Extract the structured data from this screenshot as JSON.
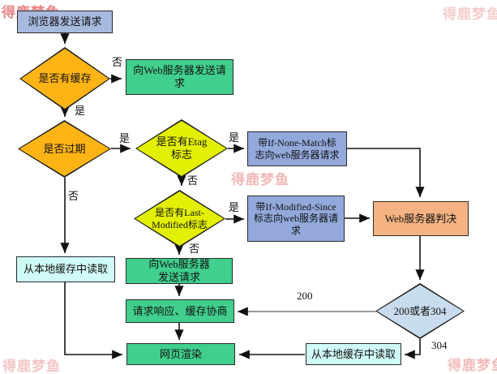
{
  "watermark": {
    "text": "得鹿梦鱼",
    "color": "#e05858"
  },
  "nodes": {
    "browser_request": {
      "label": "浏览器发送请求",
      "color": "#a7b9dd"
    },
    "has_cache": {
      "label": "是否有缓存",
      "color": "#ffb416"
    },
    "send_request_no_cache": {
      "label": "向Web服务器发送请\n求",
      "color": "#40cf8c"
    },
    "is_expired": {
      "label": "是否过期",
      "color": "#ffb416"
    },
    "has_etag": {
      "label": "是否有Etag\n标志",
      "color": "#e3f005"
    },
    "if_none_match": {
      "label": "带If-None-Match标\n志向web服务器请求",
      "color": "#93a9db"
    },
    "has_last_modified": {
      "label": "是否有Last-\nModified标志",
      "color": "#e3f005"
    },
    "if_modified_since": {
      "label": "带If-Modified-Since\n标志向web服务器请\n求",
      "color": "#93a9db"
    },
    "server_verdict": {
      "label": "Web服务器判决",
      "color": "#f5b282"
    },
    "read_local_cache_left": {
      "label": "从本地缓存中读取",
      "color": "#cffaf5"
    },
    "send_request_revalidate": {
      "label": "向Web服务器\n发送请求",
      "color": "#40cf8c"
    },
    "response_negotiation": {
      "label": "请求响应、缓存协商",
      "color": "#40cf8c"
    },
    "page_render": {
      "label": "网页渲染",
      "color": "#40cf8c"
    },
    "status_code": {
      "label": "200或者304",
      "color": "#c8dcee"
    },
    "read_local_cache_right": {
      "label": "从本地缓存中读取",
      "color": "#cffaf5"
    }
  },
  "edge_labels": {
    "has_cache_no": "否",
    "has_cache_yes": "是",
    "is_expired_yes": "是",
    "is_expired_no": "否",
    "has_etag_yes": "是",
    "has_etag_no": "否",
    "has_last_modified_yes": "是",
    "has_last_modified_no": "否",
    "status_200": "200",
    "status_304": "304"
  }
}
